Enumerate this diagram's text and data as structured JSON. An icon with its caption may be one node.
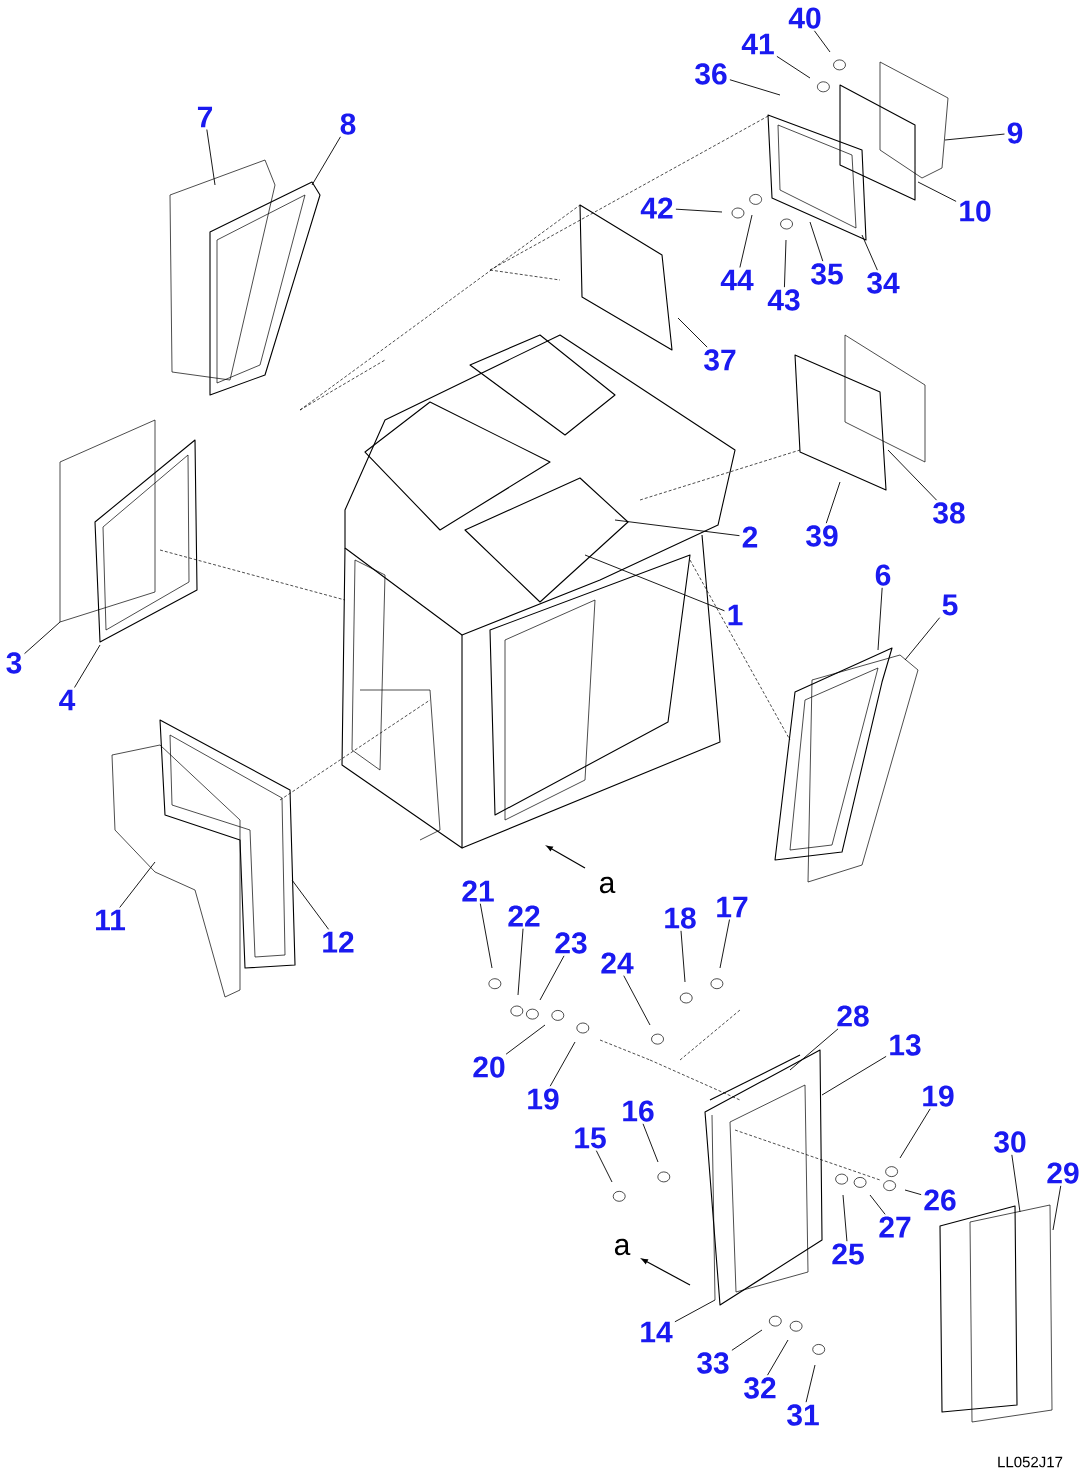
{
  "diagram": {
    "nodes": [
      {
        "text": [
          "1"
        ]
      },
      {
        "text": [
          "2"
        ]
      },
      {
        "text": [
          "3"
        ]
      },
      {
        "text": [
          "4"
        ]
      },
      {
        "text": [
          "5"
        ]
      },
      {
        "text": [
          "6"
        ]
      },
      {
        "text": [
          "7"
        ]
      },
      {
        "text": [
          "8"
        ]
      },
      {
        "text": [
          "9"
        ]
      },
      {
        "text": [
          "10"
        ]
      },
      {
        "text": [
          "11"
        ]
      },
      {
        "text": [
          "12"
        ]
      },
      {
        "text": [
          "13"
        ]
      },
      {
        "text": [
          "14"
        ]
      },
      {
        "text": [
          "15"
        ]
      },
      {
        "text": [
          "16"
        ]
      },
      {
        "text": [
          "17"
        ]
      },
      {
        "text": [
          "18"
        ]
      },
      {
        "text": [
          "19"
        ]
      },
      {
        "text": [
          "19"
        ]
      },
      {
        "text": [
          "20"
        ]
      },
      {
        "text": [
          "21"
        ]
      },
      {
        "text": [
          "22"
        ]
      },
      {
        "text": [
          "23"
        ]
      },
      {
        "text": [
          "24"
        ]
      },
      {
        "text": [
          "25"
        ]
      },
      {
        "text": [
          "26"
        ]
      },
      {
        "text": [
          "27"
        ]
      },
      {
        "text": [
          "28"
        ]
      },
      {
        "text": [
          "29"
        ]
      },
      {
        "text": [
          "30"
        ]
      },
      {
        "text": [
          "31"
        ]
      },
      {
        "text": [
          "32"
        ]
      },
      {
        "text": [
          "33"
        ]
      },
      {
        "text": [
          "34"
        ]
      },
      {
        "text": [
          "35"
        ]
      },
      {
        "text": [
          "36"
        ]
      },
      {
        "text": [
          "37"
        ]
      },
      {
        "text": [
          "38"
        ]
      },
      {
        "text": [
          "39"
        ]
      },
      {
        "text": [
          "40"
        ]
      },
      {
        "text": [
          "41"
        ]
      },
      {
        "text": [
          "42"
        ]
      },
      {
        "text": [
          "43"
        ]
      },
      {
        "text": [
          "44"
        ]
      }
    ],
    "edges": [
      {
        "from": 0,
        "to": null,
        "arrow": "none"
      },
      {
        "from": 1,
        "to": null,
        "arrow": "none"
      },
      {
        "from": 2,
        "to": null,
        "arrow": "none"
      },
      {
        "from": 3,
        "to": null,
        "arrow": "none"
      },
      {
        "from": 4,
        "to": null,
        "arrow": "none"
      },
      {
        "from": 5,
        "to": null,
        "arrow": "none"
      },
      {
        "from": 6,
        "to": null,
        "arrow": "none"
      },
      {
        "from": 7,
        "to": null,
        "arrow": "none"
      },
      {
        "from": 8,
        "to": null,
        "arrow": "none"
      },
      {
        "from": 9,
        "to": null,
        "arrow": "none"
      },
      {
        "from": 10,
        "to": null,
        "arrow": "none"
      },
      {
        "from": 11,
        "to": null,
        "arrow": "none"
      },
      {
        "from": 12,
        "to": null,
        "arrow": "none"
      },
      {
        "from": 13,
        "to": null,
        "arrow": "none"
      },
      {
        "from": 14,
        "to": null,
        "arrow": "none"
      },
      {
        "from": 15,
        "to": null,
        "arrow": "none"
      },
      {
        "from": 16,
        "to": null,
        "arrow": "none"
      },
      {
        "from": 17,
        "to": null,
        "arrow": "none"
      },
      {
        "from": 18,
        "to": null,
        "arrow": "none"
      },
      {
        "from": 19,
        "to": null,
        "arrow": "none"
      },
      {
        "from": 20,
        "to": null,
        "arrow": "none"
      },
      {
        "from": 21,
        "to": null,
        "arrow": "none"
      },
      {
        "from": 22,
        "to": null,
        "arrow": "none"
      },
      {
        "from": 23,
        "to": null,
        "arrow": "none"
      },
      {
        "from": 24,
        "to": null,
        "arrow": "none"
      },
      {
        "from": 25,
        "to": null,
        "arrow": "none"
      },
      {
        "from": 26,
        "to": null,
        "arrow": "none"
      },
      {
        "from": 27,
        "to": null,
        "arrow": "none"
      },
      {
        "from": 28,
        "to": null,
        "arrow": "none"
      },
      {
        "from": 29,
        "to": null,
        "arrow": "none"
      },
      {
        "from": 30,
        "to": null,
        "arrow": "none"
      },
      {
        "from": 31,
        "to": null,
        "arrow": "none"
      },
      {
        "from": 32,
        "to": null,
        "arrow": "none"
      },
      {
        "from": 33,
        "to": null,
        "arrow": "none"
      },
      {
        "from": 34,
        "to": null,
        "arrow": "none"
      },
      {
        "from": 35,
        "to": null,
        "arrow": "none"
      },
      {
        "from": 36,
        "to": null,
        "arrow": "none"
      },
      {
        "from": 37,
        "to": null,
        "arrow": "none"
      },
      {
        "from": 38,
        "to": null,
        "arrow": "none"
      },
      {
        "from": 39,
        "to": null,
        "arrow": "none"
      },
      {
        "from": 40,
        "to": null,
        "arrow": "none"
      },
      {
        "from": 41,
        "to": null,
        "arrow": "none"
      },
      {
        "from": 42,
        "to": null,
        "arrow": "none"
      },
      {
        "from": 43,
        "to": null,
        "arrow": "none"
      },
      {
        "from": 44,
        "to": null,
        "arrow": "none"
      }
    ],
    "labels": [
      "a",
      "a",
      "LL052J17"
    ]
  }
}
